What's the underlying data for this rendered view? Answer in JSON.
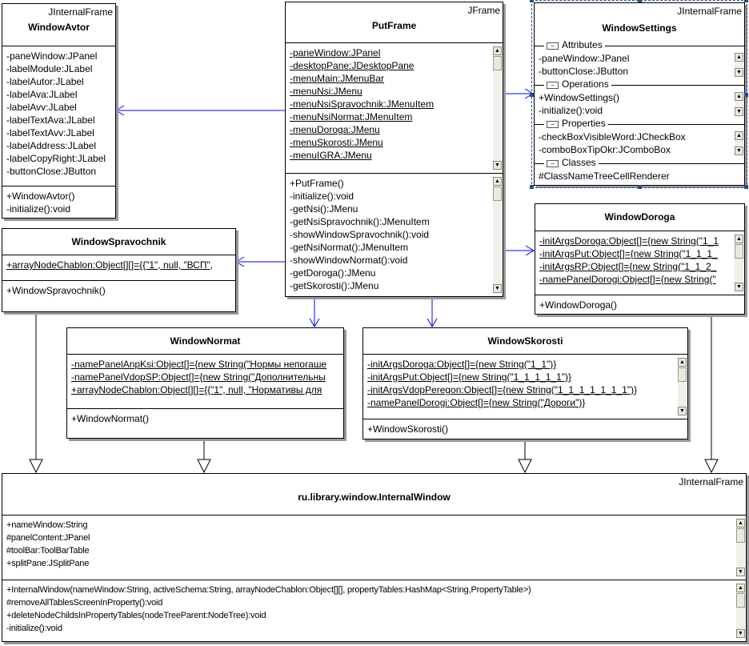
{
  "colors": {
    "association": "#0000ff",
    "generalization": "#000000",
    "selection": "#1f4e8c"
  },
  "classes": [
    {
      "id": "WindowAvtor",
      "name": "WindowAvtor",
      "stereotype": "JInternalFrame",
      "compartments": [
        {
          "items": [
            "-paneWindow:JPanel",
            "-labelModule:JLabel",
            "-labelAutor:JLabel",
            "-labelAva:JLabel",
            "-labelAvv:JLabel",
            "-labelTextAva:JLabel",
            "-labelTextAvv:JLabel",
            "-labelAddress:JLabel",
            "-labelCopyRight:JLabel",
            "-buttonClose:JButton"
          ]
        },
        {
          "items": [
            "+WindowAvtor()",
            "-initialize():void"
          ]
        }
      ]
    },
    {
      "id": "PutFrame",
      "name": "PutFrame",
      "stereotype": "JFrame",
      "compartments": [
        {
          "underline": true,
          "scroll": true,
          "items": [
            "-paneWindow:JPanel",
            "-desktopPane:JDesktopPane",
            "-menuMain:JMenuBar",
            "-menuNsi:JMenu",
            "-menuNsiSpravochnik:JMenuItem",
            "-menuNsiNormat:JMenuItem",
            "-menuDoroga:JMenu",
            "-menuSkorosti:JMenu",
            "-menuIGRA:JMenu"
          ]
        },
        {
          "scroll": true,
          "items": [
            "+PutFrame()",
            "-initialize():void",
            "-getNsi():JMenu",
            "-getNsiSpravochnik():JMenuItem",
            "-showWindowSpravochnik():void",
            "-getNsiNormat():JMenuItem",
            "-showWindowNormat():void",
            "-getDoroga():JMenu",
            "-getSkorosti():JMenu"
          ]
        }
      ]
    },
    {
      "id": "WindowSettings",
      "name": "WindowSettings",
      "stereotype": "JInternalFrame",
      "selected": true,
      "compartments": [
        {
          "section": "Attributes",
          "scroll": true,
          "items": [
            "-paneWindow:JPanel",
            "-buttonClose:JButton"
          ]
        },
        {
          "section": "Operations",
          "scroll": true,
          "items": [
            "+WindowSettings()",
            "-initialize():void"
          ]
        },
        {
          "section": "Properties",
          "scroll": true,
          "items": [
            "-checkBoxVisibleWord:JCheckBox",
            "-comboBoxTipOkr:JComboBox"
          ]
        },
        {
          "section": "Classes",
          "items": [
            "#ClassNameTreeCellRenderer"
          ]
        }
      ]
    },
    {
      "id": "WindowSpravochnik",
      "name": "WindowSpravochnik",
      "compartments": [
        {
          "underline": true,
          "items": [
            "+arrayNodeChablon:Object[][]={{\"1\", null, \"ВСП\","
          ]
        },
        {
          "items": [
            "+WindowSpravochnik()"
          ]
        }
      ]
    },
    {
      "id": "WindowDoroga",
      "name": "WindowDoroga",
      "compartments": [
        {
          "underline": true,
          "scroll": true,
          "items": [
            "-initArgsDoroga:Object[]={new String(\"1_1",
            "-initArgsPut:Object[]={new String(\"1_1_1_",
            "-initArgsRP:Object[]={new String(\"1_1_2_",
            "-namePanelDorogi:Object[]={new String(\""
          ]
        },
        {
          "items": [
            "+WindowDoroga()"
          ]
        }
      ]
    },
    {
      "id": "WindowNormat",
      "name": "WindowNormat",
      "compartments": [
        {
          "underline": true,
          "items": [
            "-namePanelAnpKsi:Object[]={new String(\"Нормы непогаше",
            "-namePanelVdopSP:Object[]={new String(\"Дополнительны",
            "+arrayNodeChablon:Object[][]={{\"1\", null, \"Нормативы для"
          ]
        },
        {
          "items": [
            "+WindowNormat()"
          ]
        }
      ]
    },
    {
      "id": "WindowSkorosti",
      "name": "WindowSkorosti",
      "compartments": [
        {
          "underline": true,
          "scroll": true,
          "items": [
            "-initArgsDoroga:Object[]={new String(\"1_1\")}",
            "-initArgsPut:Object[]={new String(\"1_1_1_1_1\")}",
            "-initArgsVdopPeregon:Object[]={new String(\"1_1_1_1_1_1_1\")}",
            "-namePanelDorogi:Object[]={new String(\"Дороги\")}"
          ]
        },
        {
          "items": [
            "+WindowSkorosti()"
          ]
        }
      ]
    },
    {
      "id": "InternalWindow",
      "name": "ru.library.window.InternalWindow",
      "stereotype": "JInternalFrame",
      "compartments": [
        {
          "scroll": true,
          "items": [
            "+nameWindow:String",
            "#panelContent:JPanel",
            "#toolBar:ToolBarTable",
            "+splitPane:JSplitPane"
          ]
        },
        {
          "scroll": true,
          "items": [
            "+InternalWindow(nameWindow:String, activeSchema:String, arrayNodeChablon:Object[][], propertyTables:HashMap<String,PropertyTable>)",
            "#removeAllTablesScreenInProperty():void",
            "+deleteNodeChildsInPropertyTables(nodeTreeParent:NodeTree):void",
            "-initialize():void"
          ]
        }
      ]
    }
  ],
  "associations": [
    {
      "from": "PutFrame",
      "to": "WindowAvtor"
    },
    {
      "from": "PutFrame",
      "to": "WindowSpravochnik"
    },
    {
      "from": "PutFrame",
      "to": "WindowSettings"
    },
    {
      "from": "PutFrame",
      "to": "WindowDoroga"
    },
    {
      "from": "PutFrame",
      "to": "WindowNormat"
    },
    {
      "from": "PutFrame",
      "to": "WindowSkorosti"
    }
  ],
  "generalizations": [
    {
      "from": "WindowSpravochnik",
      "to": "InternalWindow"
    },
    {
      "from": "WindowNormat",
      "to": "InternalWindow"
    },
    {
      "from": "WindowSkorosti",
      "to": "InternalWindow"
    },
    {
      "from": "WindowDoroga",
      "to": "InternalWindow"
    }
  ]
}
